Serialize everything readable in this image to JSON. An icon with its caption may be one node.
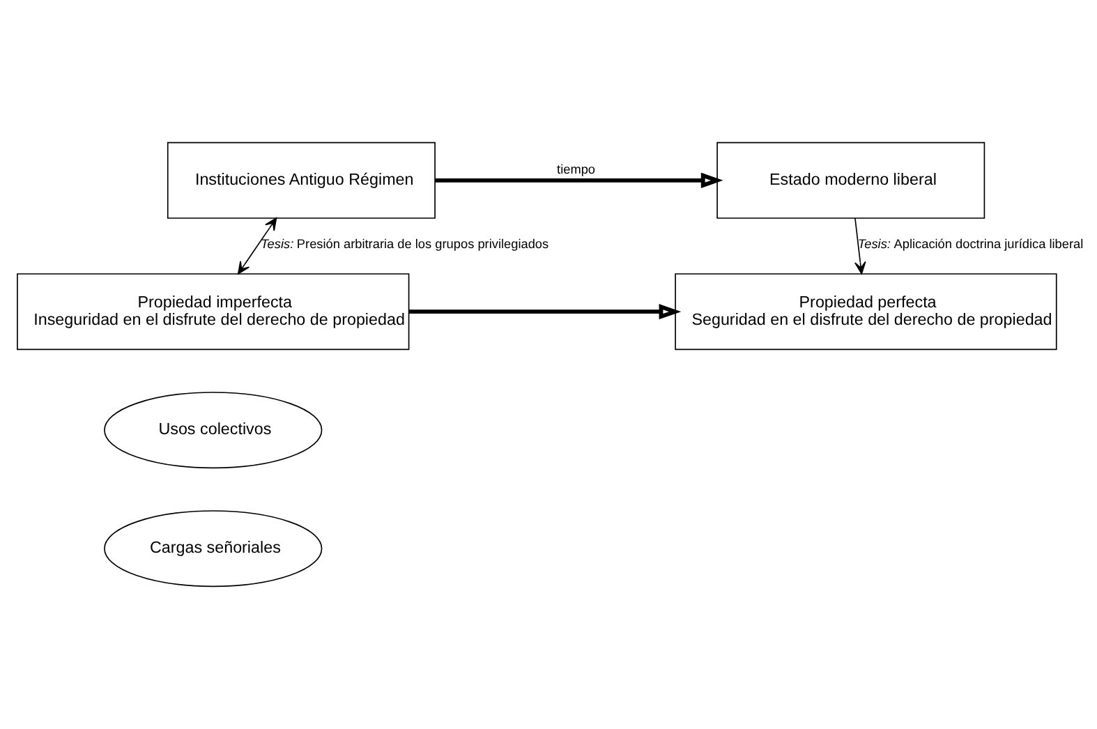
{
  "diagram": {
    "nodes": [
      {
        "text": [
          "Instituciones Antiguo Régimen"
        ]
      },
      {
        "text": [
          "Estado moderno liberal"
        ]
      },
      {
        "text": [
          "Propiedad imperfecta",
          "Inseguridad en el disfrute del derecho de propiedad"
        ]
      },
      {
        "text": [
          "Propiedad perfecta",
          "Seguridad en el disfrute del derecho de propiedad"
        ]
      },
      {
        "text": [
          "Usos colectivos"
        ]
      },
      {
        "text": [
          "Cargas señoriales"
        ]
      }
    ],
    "edges": [
      {
        "from": 0,
        "to": 1,
        "arrow": "to",
        "label": "tiempo",
        "style": "thick"
      },
      {
        "from": 0,
        "to": 2,
        "arrow": "both",
        "label": "*Tesis:* Presión arbitraria de los grupos privilegiados"
      },
      {
        "from": 1,
        "to": 3,
        "arrow": "to",
        "label": "*Tesis:* Aplicación doctrina jurídica liberal"
      },
      {
        "from": 2,
        "to": 3,
        "arrow": "to",
        "style": "thick"
      }
    ]
  }
}
